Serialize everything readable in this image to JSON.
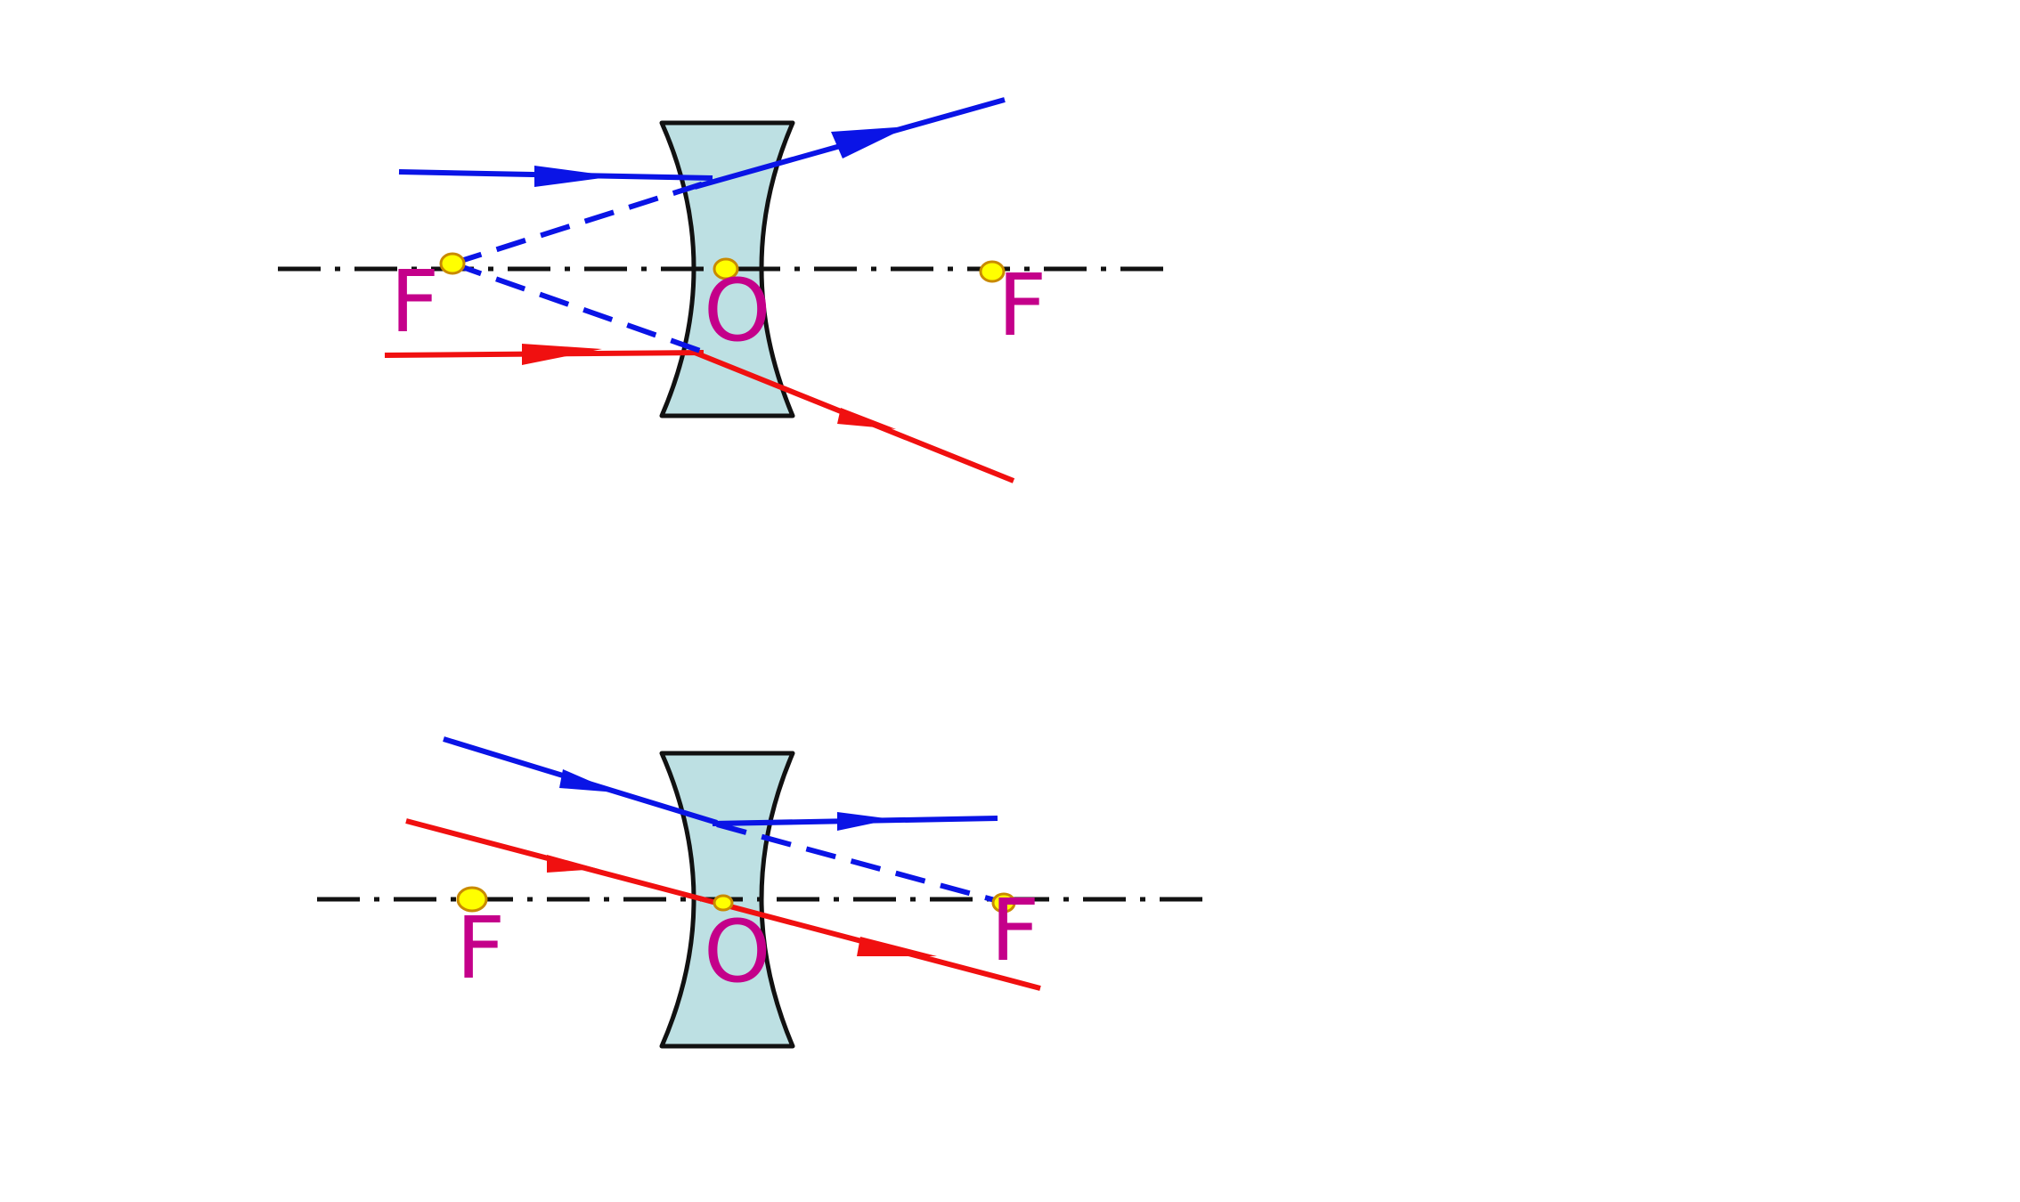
{
  "colors": {
    "background": "#ffffff",
    "lens_fill": "#bde0e3",
    "lens_stroke": "#111111",
    "axis": "#111111",
    "ray_blue": "#0a14e6",
    "ray_red": "#f01010",
    "point_fill": "#ffff00",
    "point_stroke": "#c98a00",
    "label": "#c4008a"
  },
  "diagrams": [
    {
      "id": "top",
      "labels": {
        "focus_left": "F",
        "center": "O",
        "focus_right": "F"
      }
    },
    {
      "id": "bottom",
      "labels": {
        "focus_left": "F",
        "center": "O",
        "focus_right": "F"
      }
    }
  ]
}
